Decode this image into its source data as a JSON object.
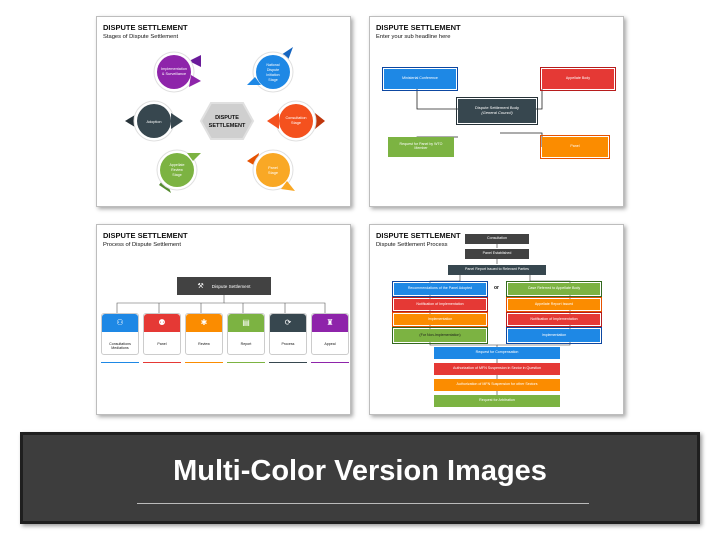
{
  "slide1": {
    "title": "DISPUTE SETTLEMENT",
    "subtitle": "Stages of Dispute Settlement",
    "center": "DISPUTE SETTLEMENT",
    "stages": [
      {
        "label": "Implementation & Surveillance",
        "color": "#8e24aa"
      },
      {
        "label": "National Dispute Initiation Stage",
        "color": "#1e88e5"
      },
      {
        "label": "Adoption",
        "color": "#37474f"
      },
      {
        "label": "Consultation Stage",
        "color": "#f4511e"
      },
      {
        "label": "Appellate Review Stage",
        "color": "#7cb342"
      },
      {
        "label": "Panel Stage",
        "color": "#f9a825"
      }
    ]
  },
  "slide2": {
    "title": "DISPUTE SETTLEMENT",
    "subtitle": "Enter your sub headline here",
    "ministerial": "Ministerial Conference",
    "appellate": "Appellate Body",
    "center": "Dispute Settlement Body",
    "center_sub": "(General Council)",
    "request": "Request for Panel by WTO Member",
    "panel": "Panel"
  },
  "slide3": {
    "title": "DISPUTE SETTLEMENT",
    "subtitle": "Process of Dispute Settlement",
    "header": "Dispute Settlement",
    "cards": [
      {
        "label": "Consultations Mediations",
        "color": "#1e88e5"
      },
      {
        "label": "Panel",
        "color": "#e53935"
      },
      {
        "label": "Review",
        "color": "#fb8c00"
      },
      {
        "label": "Report",
        "color": "#7cb342"
      },
      {
        "label": "Process",
        "color": "#37474f"
      },
      {
        "label": "Appeal",
        "color": "#8e24aa"
      }
    ]
  },
  "slide4": {
    "title": "DISPUTE SETTLEMENT",
    "subtitle": "Dispute Settlement Process",
    "or": "or",
    "top_steps": [
      "Consultation",
      "Panel Established",
      "Panel Report Issued to Relevant Parties"
    ],
    "left_steps": [
      "Recommendations of the Panel Adopted",
      "Notification of Implementation",
      "Implementation",
      "(For Non-Implementation)"
    ],
    "right_steps": [
      "Case Referred to Appellate Body",
      "Appellate Report Issued",
      "Notification of Implementation",
      "Implementation"
    ],
    "bottom_steps": [
      "Request for Compensation",
      "Authorization of MFN Suspension in Sector in Question",
      "Authorization of MFN Suspension for other Sectors",
      "Request for Arbitration"
    ]
  },
  "banner": {
    "title": "Multi-Color Version Images"
  }
}
